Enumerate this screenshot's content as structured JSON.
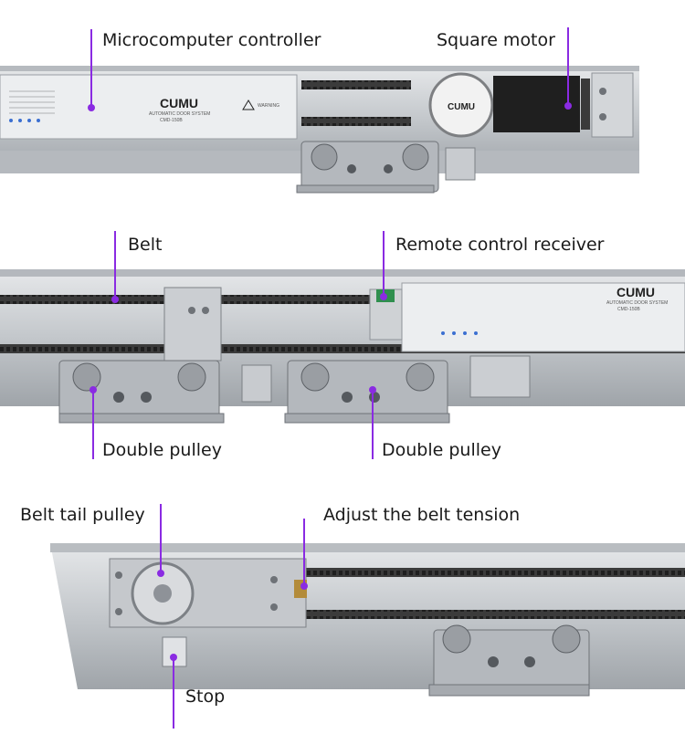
{
  "labels": {
    "controller": "Microcomputer controller",
    "motor": "Square motor",
    "belt": "Belt",
    "receiver": "Remote control receiver",
    "pulley_left": "Double pulley",
    "pulley_right": "Double pulley",
    "tail_pulley": "Belt tail pulley",
    "tension": "Adjust the belt tension",
    "stop": "Stop"
  },
  "controller_box": {
    "brand": "CUMU",
    "subtitle": "AUTOMATIC DOOR SYSTEM",
    "model": "CMD-150B",
    "warning": "WARNING"
  },
  "receiver_box": {
    "brand": "CUMU",
    "subtitle": "AUTOMATIC DOOR SYSTEM",
    "model": "CMD-150B"
  },
  "motor_label": "CUMU",
  "colors": {
    "accent": "#8a2be2",
    "rail": "#c9ccd0",
    "rail_dark": "#8e9298",
    "belt": "#3a3a3a",
    "metal": "#a8acb2"
  }
}
